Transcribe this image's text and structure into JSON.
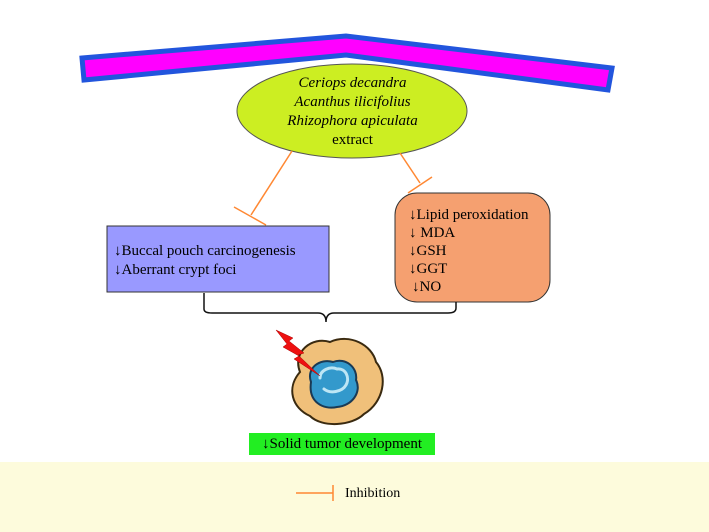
{
  "extract": {
    "species": [
      "Ceriops decandra",
      "Acanthus ilicifolius",
      "Rhizophora apiculata"
    ],
    "label": "extract"
  },
  "left_box": {
    "lines": [
      "↓Buccal pouch carcinogenesis",
      "↓Aberrant crypt foci"
    ]
  },
  "right_box": {
    "lines": [
      "↓Lipid peroxidation",
      "↓ MDA",
      "↓GSH",
      "↓GGT",
      "↓NO"
    ]
  },
  "outcome": {
    "label": "↓Solid tumor development"
  },
  "legend": {
    "label": "Inhibition"
  },
  "colors": {
    "banner_fill": "#ff00ff",
    "banner_border": "#2255dd",
    "ellipse_fill": "#ccee22",
    "left_box_fill": "#9999ff",
    "right_box_fill": "#f5a070",
    "inhibition_line": "#ff8833",
    "outcome_fill": "#22ee22",
    "legend_band": "#fdfbdc"
  },
  "icons": {
    "cell": "tumor-cell-icon",
    "bolt": "lightning-bolt-icon"
  }
}
